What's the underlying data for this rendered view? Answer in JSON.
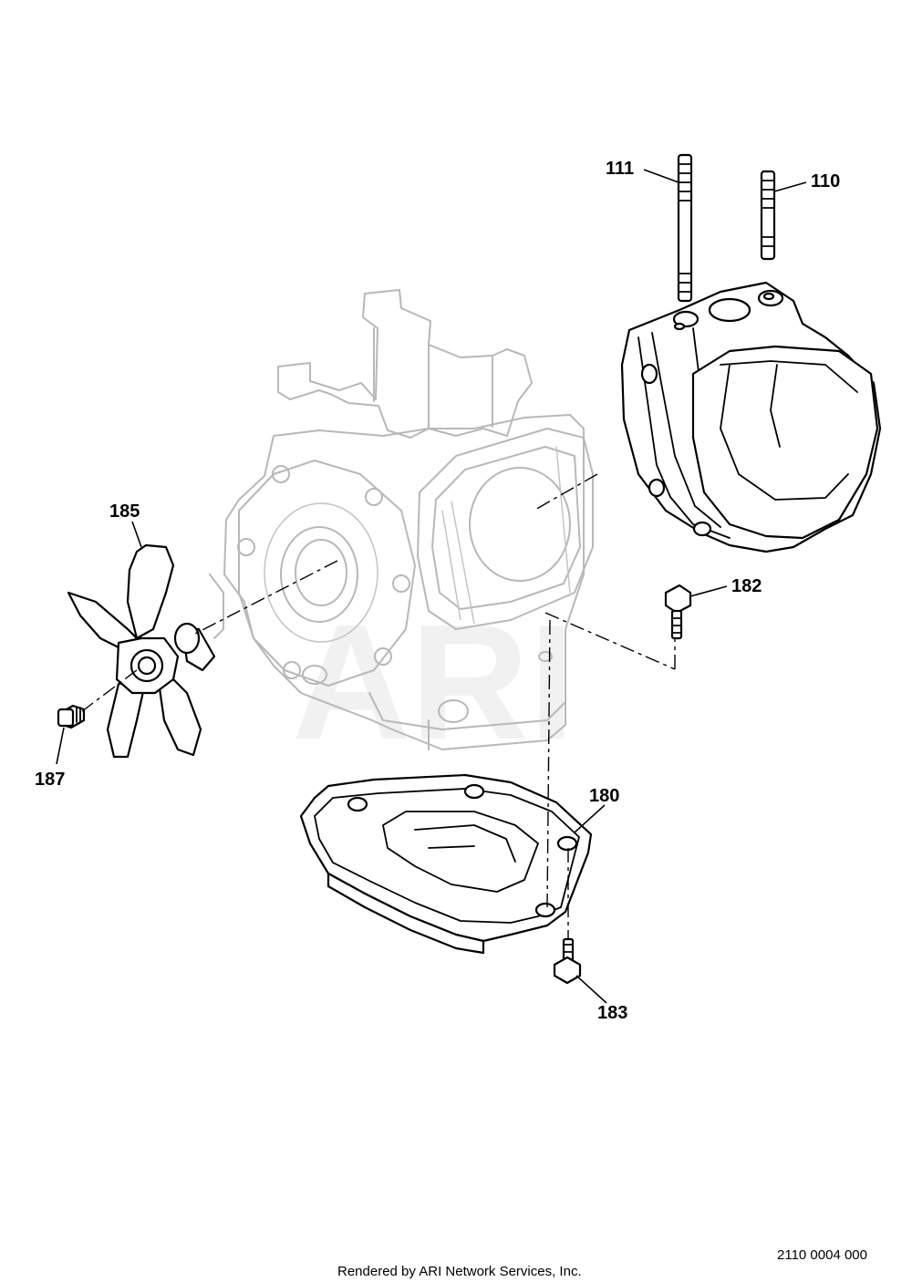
{
  "diagram": {
    "watermark": "ARI",
    "callouts": {
      "c111": "111",
      "c110": "110",
      "c185": "185",
      "c182": "182",
      "c187": "187",
      "c180": "180",
      "c183": "183"
    },
    "footer": "Rendered by ARI Network Services, Inc.",
    "drawing_number": "2110 0004 000"
  }
}
